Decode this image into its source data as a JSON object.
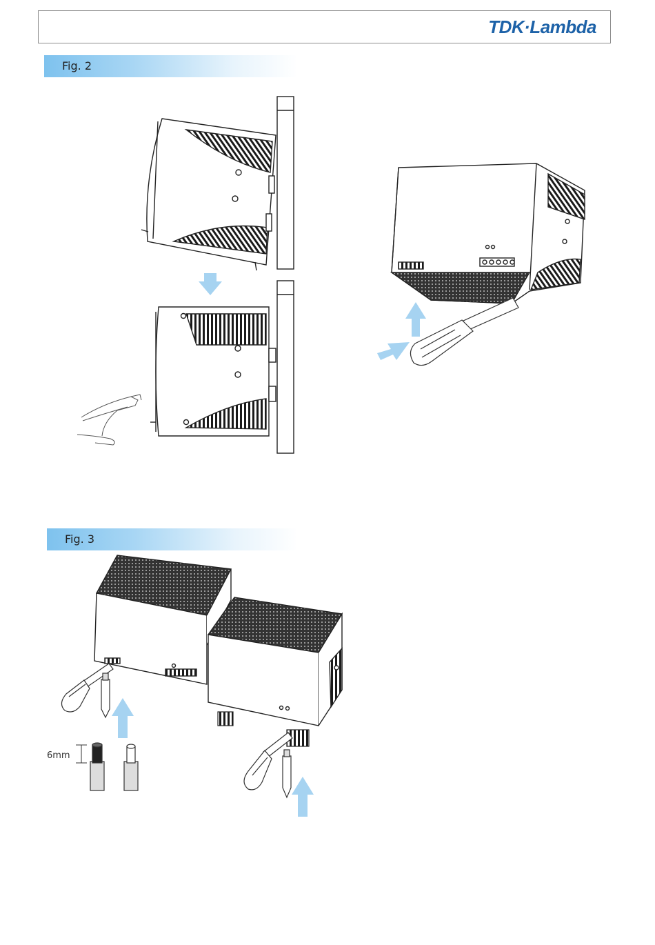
{
  "header": {
    "logo_text": "TDK·Lambda",
    "brand_color": "#1d62a8"
  },
  "figures": [
    {
      "label": "Fig. 2"
    },
    {
      "label": "Fig. 3",
      "dimension_label": "6mm"
    }
  ],
  "colors": {
    "arrow": "#a6d3f1",
    "line": "#222222"
  }
}
